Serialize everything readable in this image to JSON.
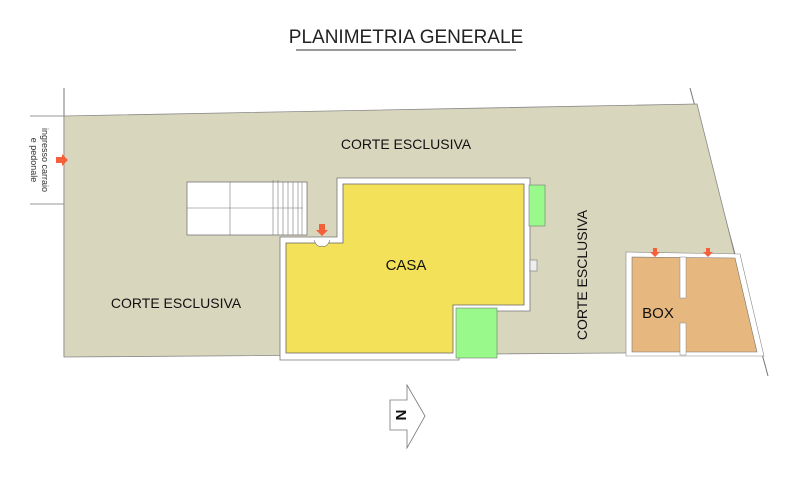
{
  "title": "PLANIMETRIA GENERALE",
  "labels": {
    "corte_top": "CORTE ESCLUSIVA",
    "corte_left": "CORTE ESCLUSIVA",
    "corte_right": "CORTE ESCLUSIVA",
    "casa": "CASA",
    "box": "BOX",
    "ingresso_line1": "ingresso carraio",
    "ingresso_line2": "e pedonale",
    "north": "N"
  },
  "colors": {
    "corte": "#d9d6be",
    "casa": "#f4e15a",
    "green": "#99f98b",
    "box": "#e6b77f",
    "arrow": "#f4603a"
  }
}
